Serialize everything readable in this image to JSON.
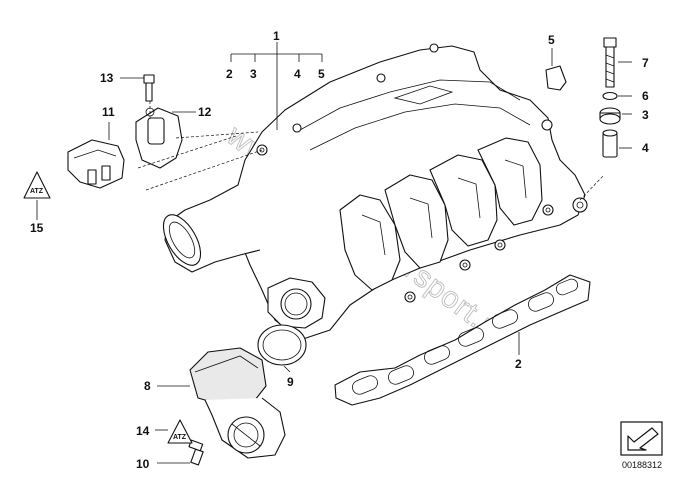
{
  "diagram_id": "00188312",
  "watermark": "www.BMWmotorsport.pl",
  "callouts": [
    {
      "id": "c1",
      "number": "1"
    },
    {
      "id": "c2a",
      "number": "2"
    },
    {
      "id": "c3a",
      "number": "3"
    },
    {
      "id": "c4a",
      "number": "4"
    },
    {
      "id": "c5a",
      "number": "5"
    },
    {
      "id": "c5b",
      "number": "5"
    },
    {
      "id": "c7",
      "number": "7"
    },
    {
      "id": "c6",
      "number": "6"
    },
    {
      "id": "c3b",
      "number": "3"
    },
    {
      "id": "c4b",
      "number": "4"
    },
    {
      "id": "c13",
      "number": "13"
    },
    {
      "id": "c11",
      "number": "11"
    },
    {
      "id": "c12",
      "number": "12"
    },
    {
      "id": "c15",
      "number": "15"
    },
    {
      "id": "c2b",
      "number": "2"
    },
    {
      "id": "c8",
      "number": "8"
    },
    {
      "id": "c9",
      "number": "9"
    },
    {
      "id": "c14",
      "number": "14"
    },
    {
      "id": "c10",
      "number": "10"
    }
  ],
  "warning_symbol_text": "ATZ",
  "nav_icon": "arrow-left-down-icon"
}
